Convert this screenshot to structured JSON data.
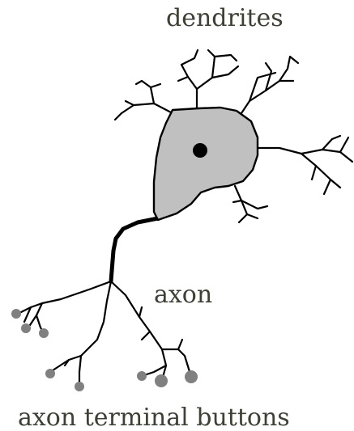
{
  "labels": {
    "dendrites": "dendrites",
    "axon": "axon",
    "axon_terminal_buttons": "axon terminal buttons"
  },
  "colors": {
    "cell_body_fill": "#c0c0c0",
    "outline": "#000000",
    "nucleus": "#000000",
    "terminal_button": "#808080",
    "label_text": "#3f3f33"
  }
}
